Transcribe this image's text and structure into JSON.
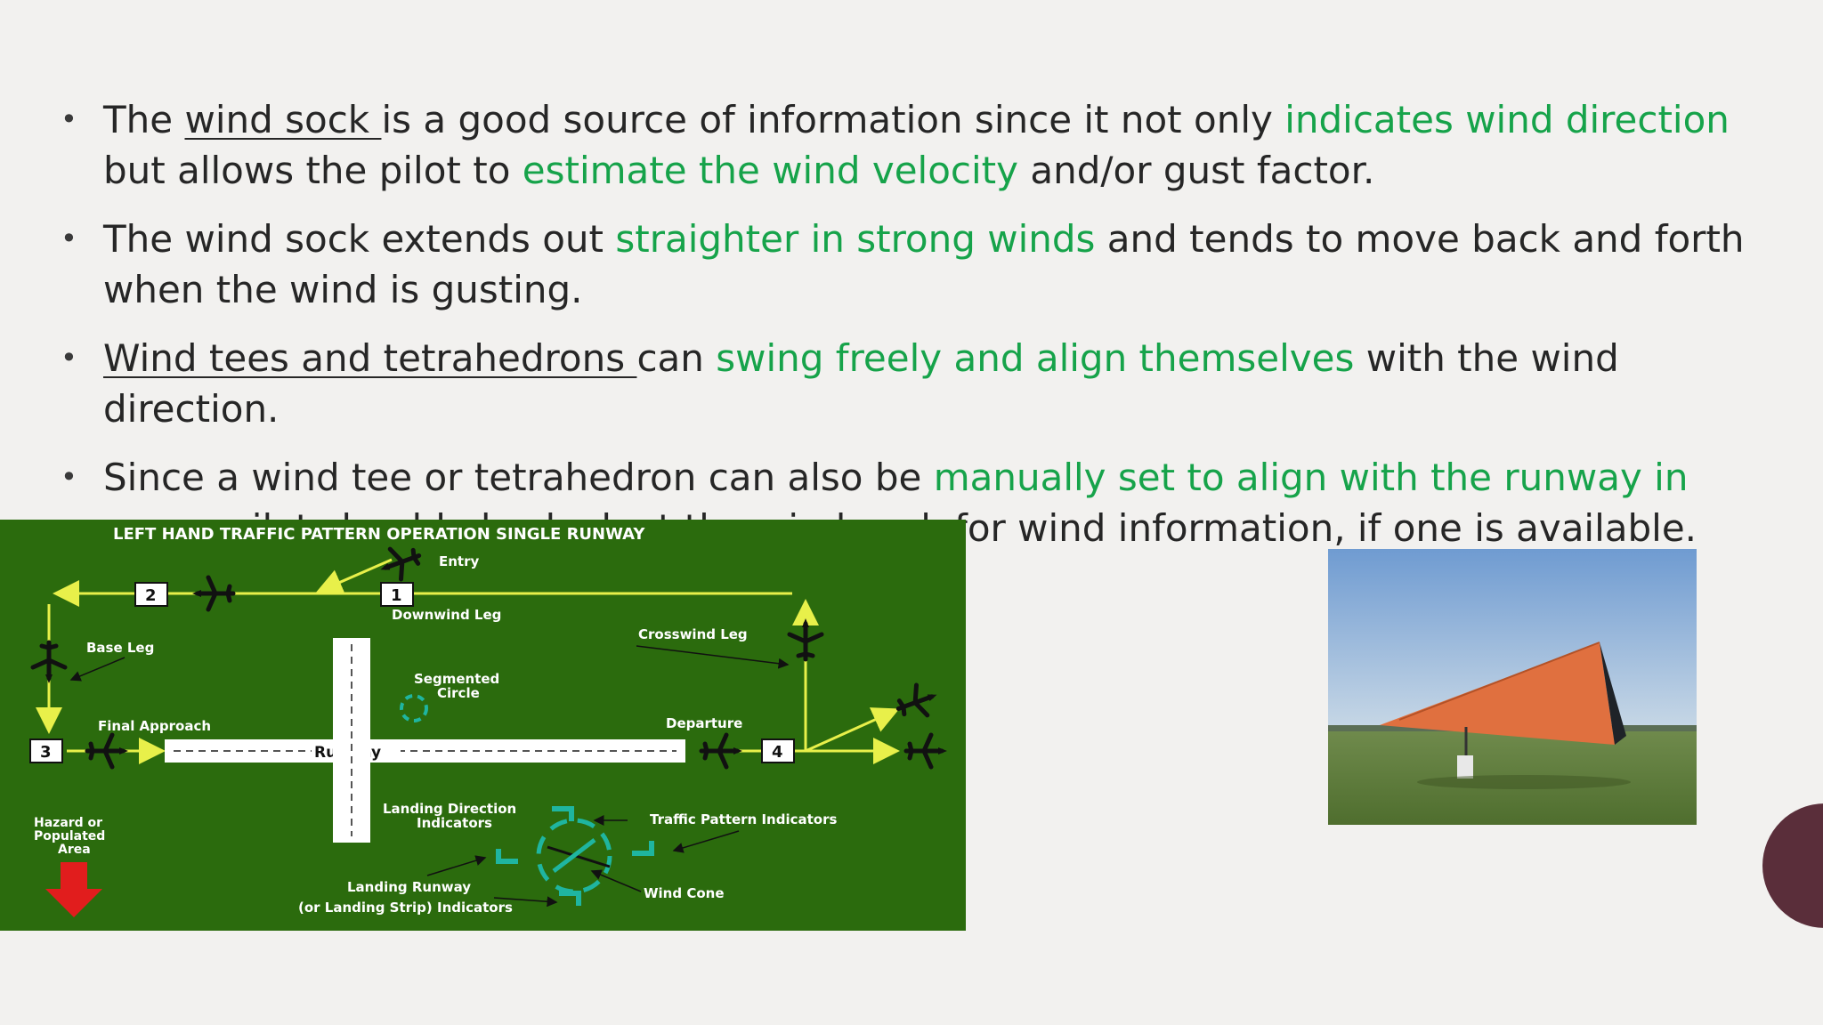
{
  "bullets": [
    {
      "segments": [
        {
          "text": "The ",
          "style": "plain"
        },
        {
          "text": "wind sock ",
          "style": "underline"
        },
        {
          "text": "is a good source of information since it not only ",
          "style": "plain"
        },
        {
          "text": "indicates wind direction",
          "style": "green"
        },
        {
          "text": " but allows the pilot to ",
          "style": "plain"
        },
        {
          "text": "estimate the wind velocity",
          "style": "green"
        },
        {
          "text": " and/or gust factor.",
          "style": "plain"
        }
      ]
    },
    {
      "segments": [
        {
          "text": "The wind sock extends out ",
          "style": "plain"
        },
        {
          "text": "straighter in strong winds",
          "style": "green"
        },
        {
          "text": " and tends to move back and forth when the wind is gusting.",
          "style": "plain"
        }
      ]
    },
    {
      "segments": [
        {
          "text": " Wind tees and tetrahedrons ",
          "style": "underline"
        },
        {
          "text": "can ",
          "style": "plain"
        },
        {
          "text": "swing freely and align themselves",
          "style": "green"
        },
        {
          "text": " with the wind direction.",
          "style": "plain"
        }
      ]
    },
    {
      "segments": [
        {
          "text": "Since a wind tee or tetrahedron can also be ",
          "style": "plain"
        },
        {
          "text": "manually set to align with the runway in use",
          "style": "green"
        },
        {
          "text": ", a pilot should also look at the wind sock for wind information, if one is available.",
          "style": "plain"
        }
      ]
    }
  ],
  "bullet_symbol": "•",
  "diagram": {
    "title": "LEFT HAND TRAFFIC PATTERN OPERATION SINGLE RUNWAY",
    "entry": "Entry",
    "downwind_leg": "Downwind Leg",
    "crosswind_leg": "Crosswind Leg",
    "base_leg": "Base Leg",
    "segmented_circle_1": "Segmented",
    "segmented_circle_2": "Circle",
    "final_approach": "Final Approach",
    "departure": "Departure",
    "runway": "Runway",
    "landing_direction_1": "Landing Direction",
    "landing_direction_2": "Indicators",
    "traffic_pattern_indicators": "Traffic Pattern Indicators",
    "hazard_1": "Hazard or",
    "hazard_2": "Populated",
    "hazard_3": "Area",
    "landing_runway_1": "Landing Runway",
    "landing_runway_2": "(or Landing Strip) Indicators",
    "wind_cone": "Wind Cone",
    "marker_1": "1",
    "marker_2": "2",
    "marker_3": "3",
    "marker_4": "4"
  },
  "colors": {
    "text": "#262626",
    "highlight": "#16a34a",
    "background": "#f2f1ef",
    "diagram_bg": "#2b6b0d",
    "pattern_line": "#e8f04a",
    "indicator": "#1fb5a0",
    "accent_circle": "#5a2e3a"
  }
}
